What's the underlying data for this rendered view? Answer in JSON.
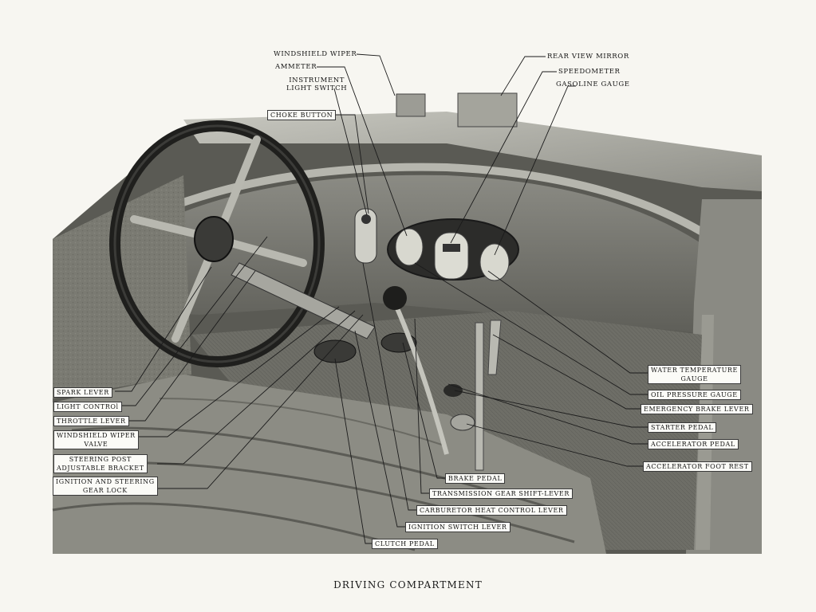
{
  "caption": "DRIVING COMPARTMENT",
  "labels": {
    "windshield_wiper": "WINDSHIELD WIPER",
    "ammeter": "AMMETER",
    "instrument_light_switch": "INSTRUMENT\nLIGHT SWITCH",
    "choke_button": "CHOKE BUTTON",
    "rear_view_mirror": "REAR VIEW MIRROR",
    "speedometer": "SPEEDOMETER",
    "gasoline_gauge": "GASOLINE GAUGE",
    "spark_lever": "SPARK LEVER",
    "light_control": "LIGHT CONTROl",
    "throttle_lever": "THROTTLE LEVER",
    "windshield_wiper_valve": "WINDSHIELD WIPER\nVALVE",
    "steering_post_bracket": "STEERING POST\nADJUSTABLE BRACKET",
    "ignition_steering_lock": "IGNITION AND STEERING\nGEAR LOCK",
    "water_temperature_gauge": "WATER TEMPERATURE\nGAUGE",
    "oil_pressure_gauge": "OIL PRESSURE GAUGE",
    "emergency_brake_lever": "EMERGENCY BRAKE LEVER",
    "starter_pedal": "STARTER PEDAL",
    "accelerator_pedal": "ACCELERATOR PEDAL",
    "accelerator_foot_rest": "ACCELERATOR FOOT REST",
    "brake_pedal": "BRAKE PEDAL",
    "transmission_gear_shift_lever": "TRANSMISSION GEAR SHIFT-LEVER",
    "carburetor_heat_control_lever": "CARBURETOR HEAT CONTROL LEVER",
    "ignition_switch_lever": "IGNITION SWITCH LEVER",
    "clutch_pedal": "CLUTCH PEDAL"
  }
}
